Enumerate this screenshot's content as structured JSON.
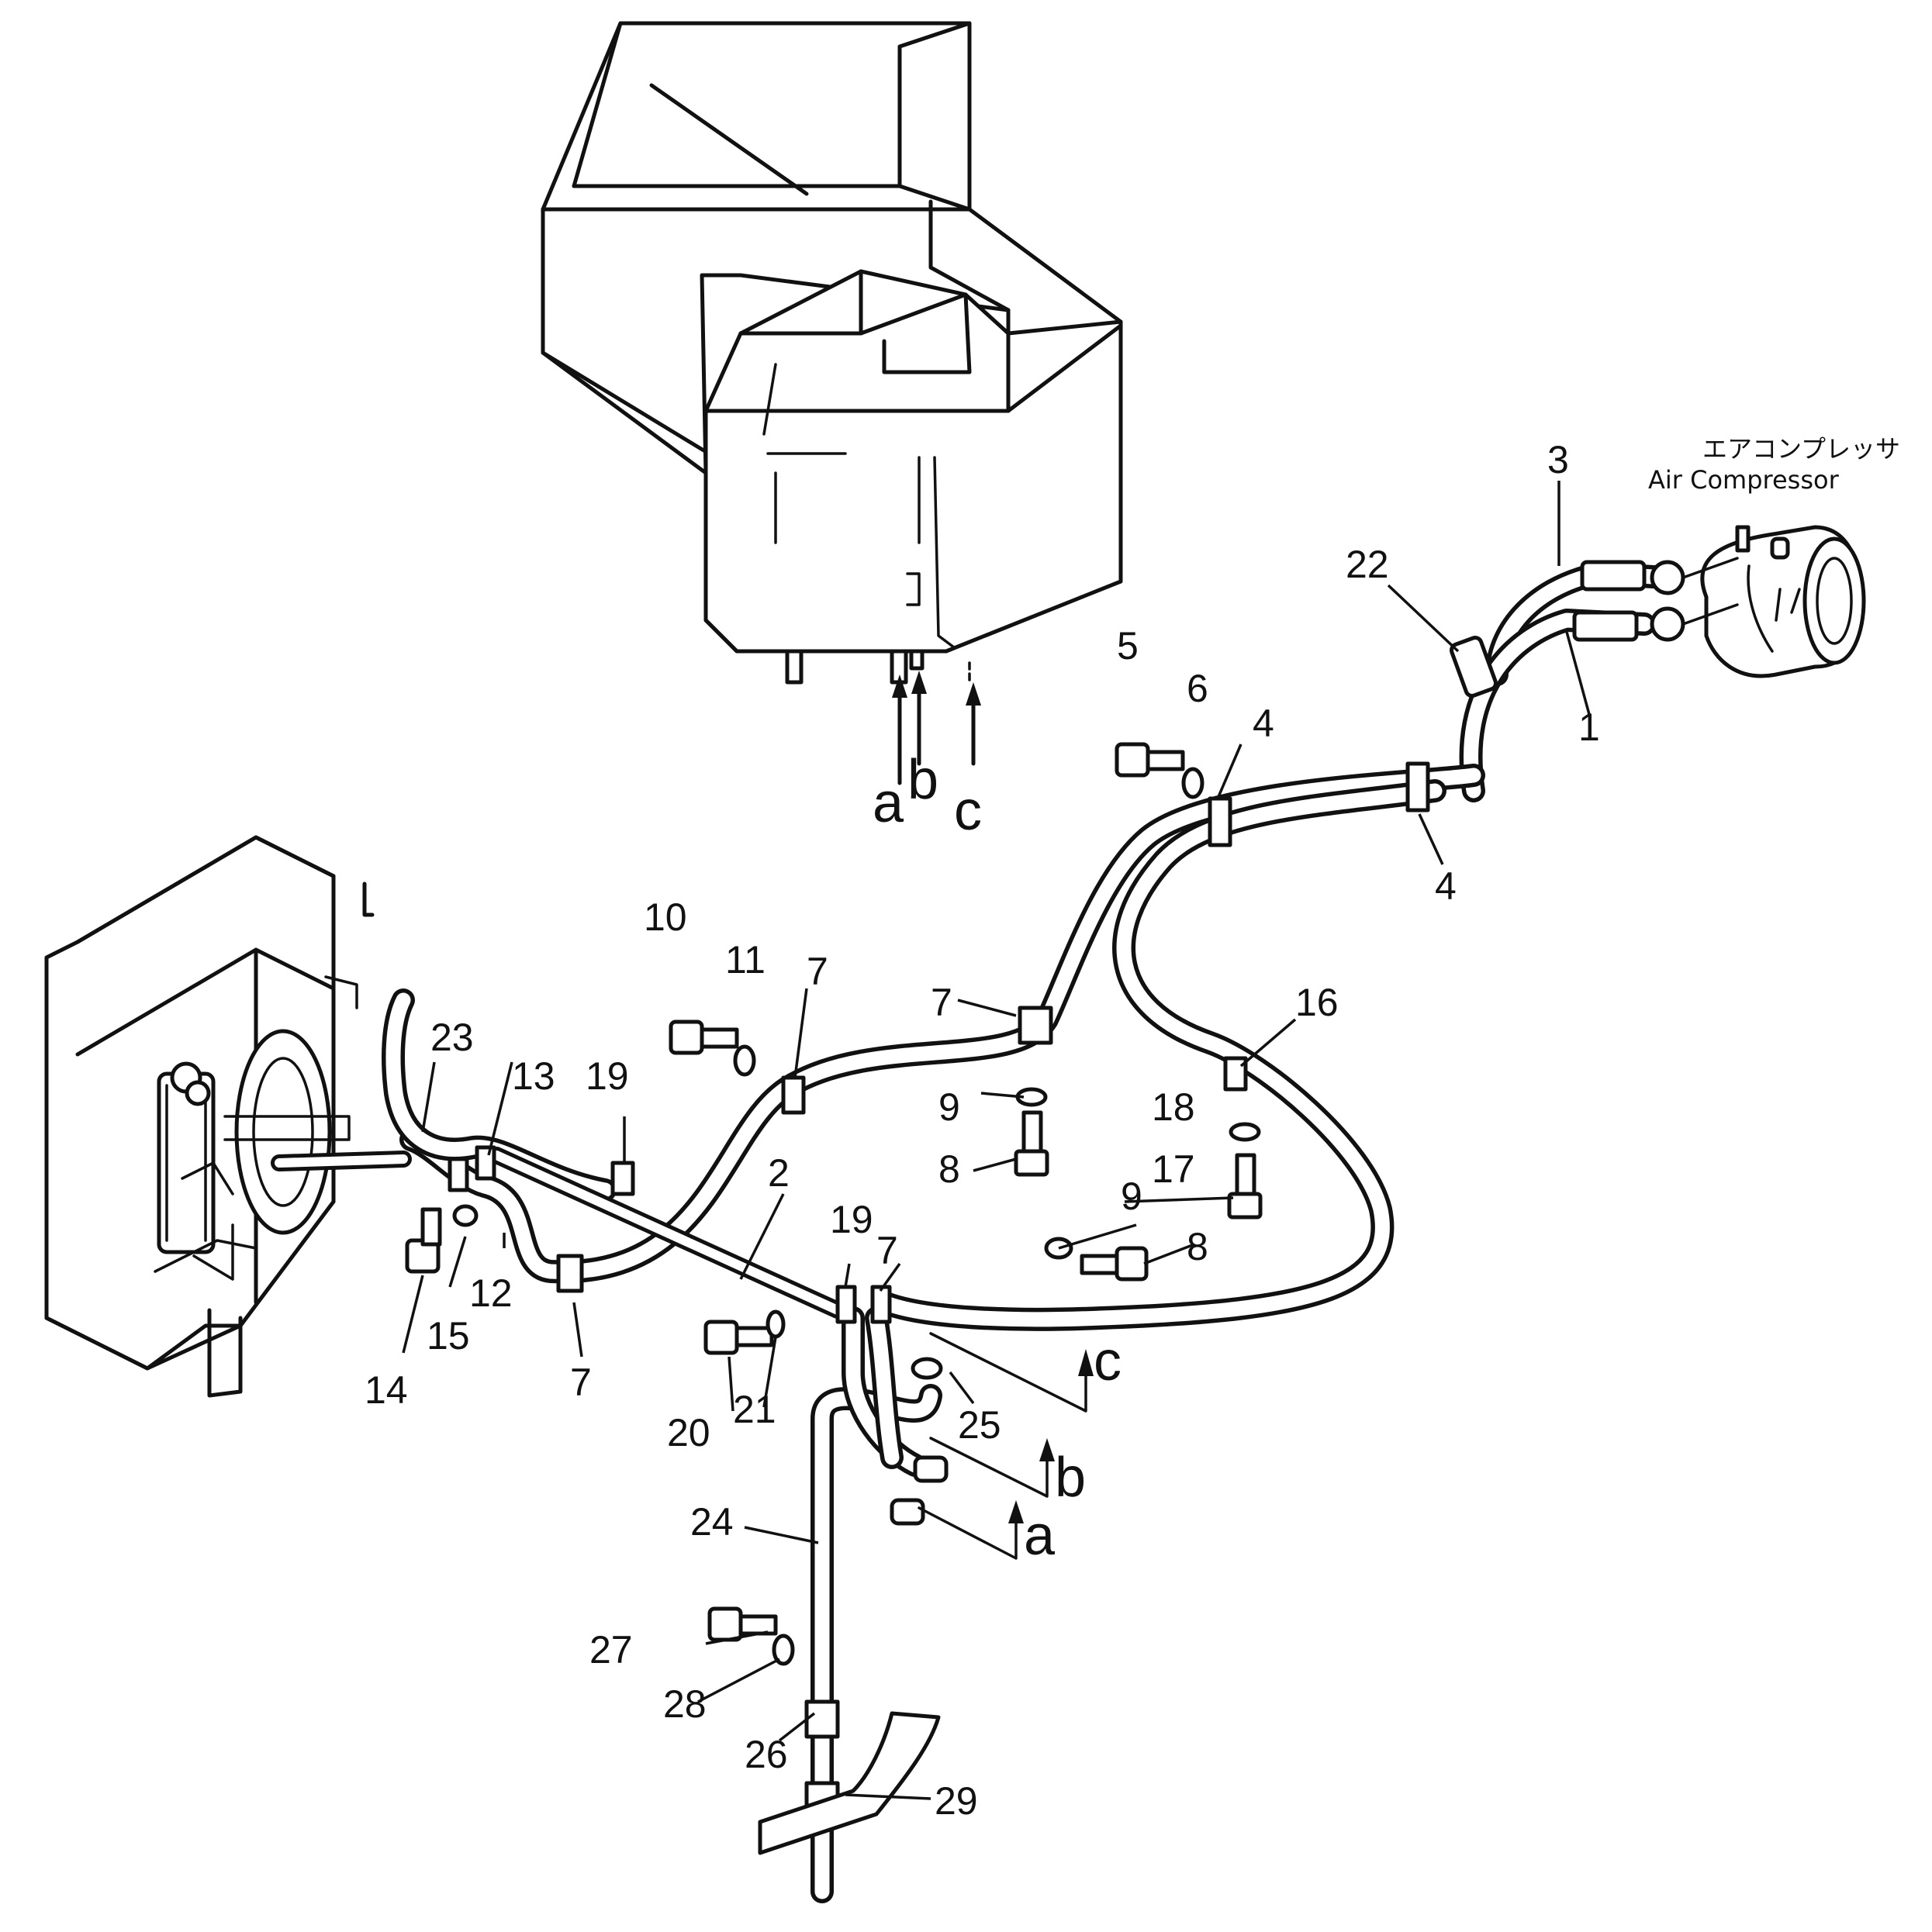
{
  "component_label": {
    "japanese": "エアコンプレッサ",
    "english": "Air Compressor"
  },
  "callouts": [
    {
      "id": "c1",
      "text": "1"
    },
    {
      "id": "c2",
      "text": "2"
    },
    {
      "id": "c3",
      "text": "3"
    },
    {
      "id": "c4a",
      "text": "4"
    },
    {
      "id": "c4b",
      "text": "4"
    },
    {
      "id": "c5",
      "text": "5"
    },
    {
      "id": "c6",
      "text": "6"
    },
    {
      "id": "c7a",
      "text": "7"
    },
    {
      "id": "c7b",
      "text": "7"
    },
    {
      "id": "c7c",
      "text": "7"
    },
    {
      "id": "c7d",
      "text": "7"
    },
    {
      "id": "c8a",
      "text": "8"
    },
    {
      "id": "c8b",
      "text": "8"
    },
    {
      "id": "c9a",
      "text": "9"
    },
    {
      "id": "c9b",
      "text": "9"
    },
    {
      "id": "c10",
      "text": "10"
    },
    {
      "id": "c11",
      "text": "11"
    },
    {
      "id": "c12",
      "text": "12"
    },
    {
      "id": "c13",
      "text": "13"
    },
    {
      "id": "c14",
      "text": "14"
    },
    {
      "id": "c15",
      "text": "15"
    },
    {
      "id": "c16",
      "text": "16"
    },
    {
      "id": "c17",
      "text": "17"
    },
    {
      "id": "c18",
      "text": "18"
    },
    {
      "id": "c19a",
      "text": "19"
    },
    {
      "id": "c19b",
      "text": "19"
    },
    {
      "id": "c20",
      "text": "20"
    },
    {
      "id": "c21",
      "text": "21"
    },
    {
      "id": "c22",
      "text": "22"
    },
    {
      "id": "c23",
      "text": "23"
    },
    {
      "id": "c24",
      "text": "24"
    },
    {
      "id": "c25",
      "text": "25"
    },
    {
      "id": "c26",
      "text": "26"
    },
    {
      "id": "c27",
      "text": "27"
    },
    {
      "id": "c28",
      "text": "28"
    },
    {
      "id": "c29",
      "text": "29"
    }
  ],
  "connection_letters": {
    "top_a": "a",
    "top_b": "b",
    "top_c": "c",
    "bottom_a": "a",
    "bottom_b": "b",
    "bottom_c": "c"
  }
}
